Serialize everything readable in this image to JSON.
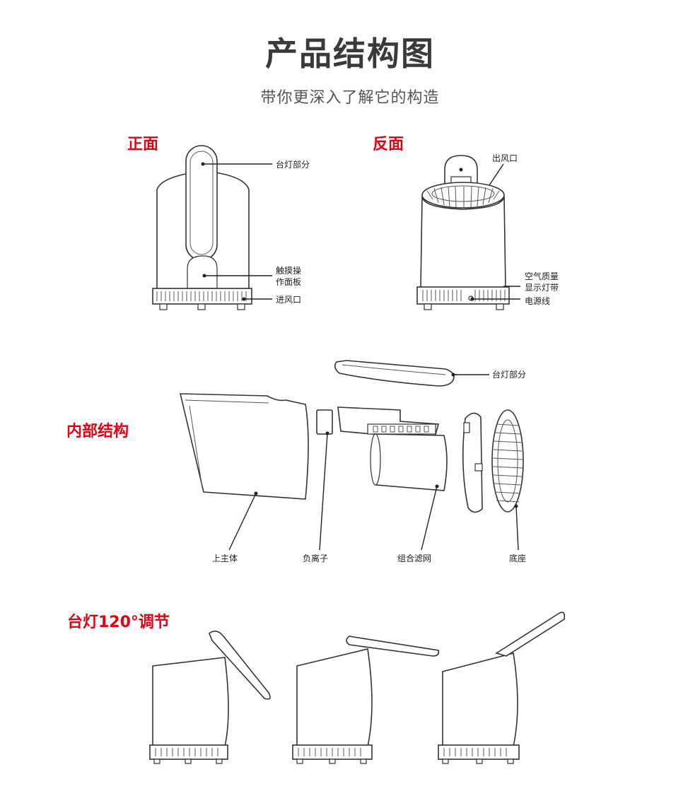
{
  "header": {
    "title": "产品结构图",
    "subtitle": "带你更深入了解它的构造"
  },
  "sections": {
    "front": "正面",
    "back": "反面",
    "internal": "内部结构",
    "lamp": "台灯120°调节"
  },
  "labels": {
    "front_lamp": "台灯部分",
    "front_touch_line1": "触摸操",
    "front_touch_line2": "作面板",
    "front_inlet": "进风口",
    "back_outlet": "出风口",
    "back_air_line1": "空气质量",
    "back_air_line2": "显示灯带",
    "back_power": "电源线",
    "exp_lamp": "台灯部分",
    "exp_body": "上主体",
    "exp_ion": "负离子",
    "exp_filter": "组合滤网",
    "exp_base": "底座"
  },
  "colors": {
    "section_heading": "#e60012",
    "title": "#3a3a3a",
    "line": "#222222"
  }
}
